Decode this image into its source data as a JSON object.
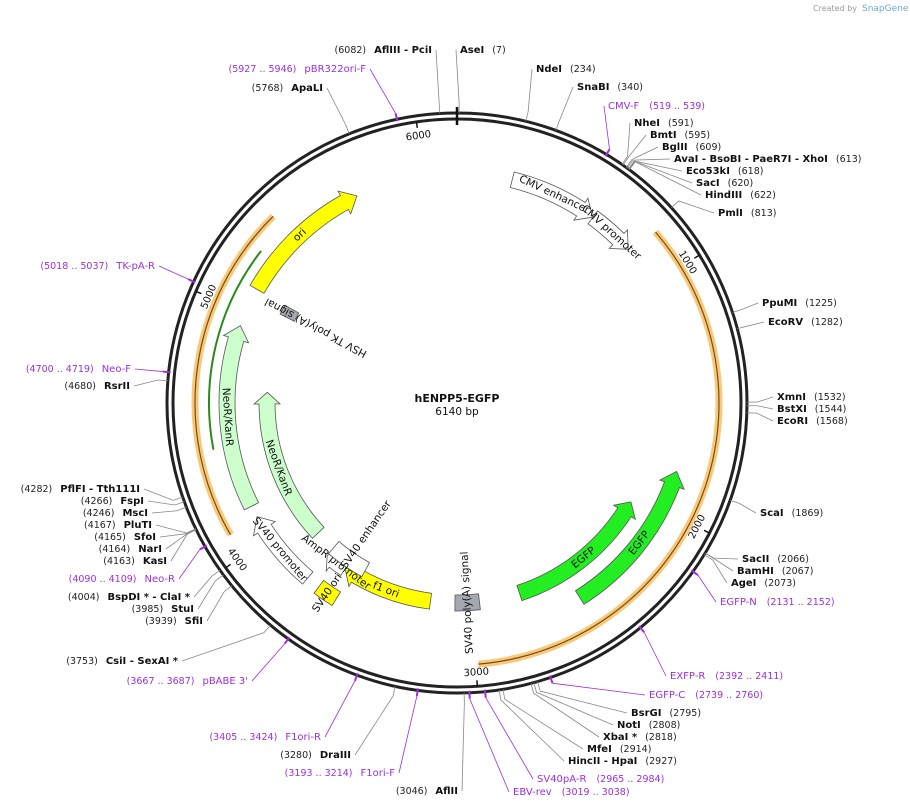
{
  "credit": {
    "created_by": "Created by",
    "app": "SnapGene"
  },
  "plasmid": {
    "name": "hENPP5-EGFP",
    "size": "6140 bp",
    "length": 6140
  },
  "ticks": [
    1000,
    2000,
    3000,
    4000,
    5000,
    6000
  ],
  "tick_labels": [
    "1000",
    "2000",
    "3000",
    "4000",
    "5000",
    "6000"
  ],
  "features": [
    {
      "name": "ori",
      "start": 5110,
      "end": 5700,
      "dir": 1,
      "color": "#ffff00",
      "ring": 1
    },
    {
      "name": "CMV enhancer",
      "start": 237,
      "end": 616,
      "dir": 1,
      "color": "#ffffff",
      "ring": 1
    },
    {
      "name": "CMV promoter",
      "start": 617,
      "end": 820,
      "dir": 1,
      "color": "#ffffff",
      "ring": 1
    },
    {
      "name": "EGFP",
      "start": 1830,
      "end": 2520,
      "dir": -1,
      "color": "#22ee22",
      "ring": 1
    },
    {
      "name": "EGFP",
      "start": 2040,
      "end": 2760,
      "dir": -1,
      "color": "#22ee22",
      "ring": 2
    },
    {
      "name": "SV40 poly(A) signal",
      "start": 2960,
      "end": 3080,
      "dir": 0,
      "color": "#a4a9b0",
      "ring": 2
    },
    {
      "name": "f1 ori",
      "start": 3200,
      "end": 3650,
      "dir": 1,
      "color": "#ffff00",
      "ring": 2
    },
    {
      "name": "AmpR promoter",
      "start": 3650,
      "end": 3760,
      "dir": 1,
      "color": "#ffffff",
      "ring": 2
    },
    {
      "name": "SV40 promoter",
      "start": 3760,
      "end": 4100,
      "dir": 1,
      "color": "#ffffff",
      "ring": 1
    },
    {
      "name": "SV40 enhancer",
      "start": 3560,
      "end": 3760,
      "dir": 0,
      "color": "#ffffff",
      "ring": 0
    },
    {
      "name": "SV40 ori",
      "start": 3610,
      "end": 3700,
      "dir": 0,
      "color": "#ffff00",
      "ring": 1
    },
    {
      "name": "NeoR/KanR",
      "start": 4150,
      "end": 4940,
      "dir": 1,
      "color": "#ccffcc",
      "ring": 1
    },
    {
      "name": "NeoR/KanR",
      "start": 3870,
      "end": 4660,
      "dir": 1,
      "color": "#ccffcc",
      "ring": 0
    },
    {
      "name": "HSV TK poly(A) signal",
      "start": 5060,
      "end": 5110,
      "dir": 0,
      "color": "#a4a9b0",
      "ring": 0
    }
  ],
  "enzymes": [
    {
      "name": "AflIII",
      "extra": " - PciI",
      "pos": "(6082)"
    },
    {
      "name": "AseI",
      "pos": "(7)"
    },
    {
      "name": "NdeI",
      "pos": "(234)"
    },
    {
      "name": "SnaBI",
      "pos": "(340)"
    },
    {
      "name": "NheI",
      "pos": "(591)"
    },
    {
      "name": "BmtI",
      "pos": "(595)"
    },
    {
      "name": "BglII",
      "pos": "(609)"
    },
    {
      "name": "AvaI",
      "extra": " - BsoBI - PaeR7I - XhoI",
      "pos": "(613)"
    },
    {
      "name": "Eco53kI",
      "pos": "(618)"
    },
    {
      "name": "SacI",
      "pos": "(620)"
    },
    {
      "name": "HindIII",
      "pos": "(622)"
    },
    {
      "name": "PmlI",
      "pos": "(813)"
    },
    {
      "name": "PpuMI",
      "pos": "(1225)"
    },
    {
      "name": "EcoRV",
      "pos": "(1282)"
    },
    {
      "name": "XmnI",
      "pos": "(1532)"
    },
    {
      "name": "BstXI",
      "pos": "(1544)"
    },
    {
      "name": "EcoRI",
      "pos": "(1568)"
    },
    {
      "name": "ScaI",
      "pos": "(1869)"
    },
    {
      "name": "SacII",
      "pos": "(2066)"
    },
    {
      "name": "BamHI",
      "pos": "(2067)"
    },
    {
      "name": "AgeI",
      "pos": "(2073)"
    },
    {
      "name": "BsrGI",
      "pos": "(2795)"
    },
    {
      "name": "NotI",
      "pos": "(2808)"
    },
    {
      "name": "XbaI *",
      "pos": "(2818)"
    },
    {
      "name": "MfeI",
      "pos": "(2914)"
    },
    {
      "name": "HincII",
      "extra": " - HpaI",
      "pos": "(2927)"
    },
    {
      "name": "AflII",
      "pos": "(3046)"
    },
    {
      "name": "DraIII",
      "pos": "(3280)"
    },
    {
      "name": "CsiI",
      "extra": " - SexAI *",
      "pos": "(3753)"
    },
    {
      "name": "SfiI",
      "pos": "(3939)"
    },
    {
      "name": "StuI",
      "pos": "(3985)"
    },
    {
      "name": "BspDI *",
      "extra": " - ClaI *",
      "pos": "(4004)"
    },
    {
      "name": "KasI",
      "pos": "(4163)"
    },
    {
      "name": "NarI",
      "pos": "(4164)"
    },
    {
      "name": "SfoI",
      "pos": "(4165)"
    },
    {
      "name": "PluTI",
      "pos": "(4167)"
    },
    {
      "name": "MscI",
      "pos": "(4246)"
    },
    {
      "name": "FspI",
      "pos": "(4266)"
    },
    {
      "name": "PflFI",
      "extra": " - Tth111I",
      "pos": "(4282)"
    },
    {
      "name": "RsrII",
      "pos": "(4680)"
    },
    {
      "name": "ApaLI",
      "pos": "(5768)"
    }
  ],
  "primers": [
    {
      "name": "pBR322ori-F",
      "range": "(5927 .. 5946)"
    },
    {
      "name": "CMV-F",
      "range": "(519 .. 539)"
    },
    {
      "name": "EGFP-N",
      "range": "(2131 .. 2152)"
    },
    {
      "name": "EXFP-R",
      "range": "(2392 .. 2411)"
    },
    {
      "name": "EGFP-C",
      "range": "(2739 .. 2760)"
    },
    {
      "name": "SV40pA-R",
      "range": "(2965 .. 2984)"
    },
    {
      "name": "EBV-rev",
      "range": "(3019 .. 3038)"
    },
    {
      "name": "F1ori-F",
      "range": "(3193 .. 3214)"
    },
    {
      "name": "F1ori-R",
      "range": "(3405 .. 3424)"
    },
    {
      "name": "pBABE 3'",
      "range": "(3667 .. 3687)"
    },
    {
      "name": "Neo-R",
      "range": "(4090 .. 4109)"
    },
    {
      "name": "Neo-F",
      "range": "(4700 .. 4719)"
    },
    {
      "name": "TK-pA-R",
      "range": "(5018 .. 5037)"
    }
  ],
  "colors": {
    "backbone": "#222222",
    "orf_highlight": "#f7c97a",
    "orf_line": "#7a4a10",
    "primer": "#9b30d9"
  }
}
